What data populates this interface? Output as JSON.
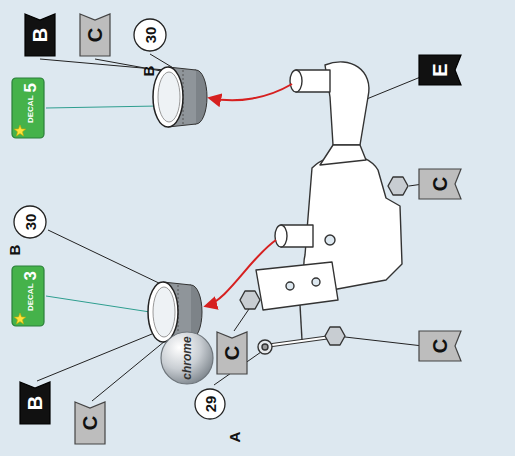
{
  "diagram": {
    "nodes": [
      {
        "text": [
          "B"
        ]
      },
      {
        "text": [
          "C"
        ]
      },
      {
        "text": [
          "30"
        ]
      },
      {
        "text": [
          "DECAL",
          "5"
        ]
      },
      {
        "text": [
          "E"
        ]
      },
      {
        "text": [
          "30"
        ]
      },
      {
        "text": [
          "C"
        ]
      },
      {
        "text": [
          "DECAL",
          "3"
        ]
      },
      {
        "text": [
          "C"
        ]
      },
      {
        "text": [
          "chrome"
        ]
      },
      {
        "text": [
          "C"
        ]
      },
      {
        "text": [
          "B"
        ]
      },
      {
        "text": [
          "C"
        ]
      },
      {
        "text": [
          "29"
        ]
      }
    ],
    "labels": [
      "B",
      "B",
      "A"
    ]
  }
}
